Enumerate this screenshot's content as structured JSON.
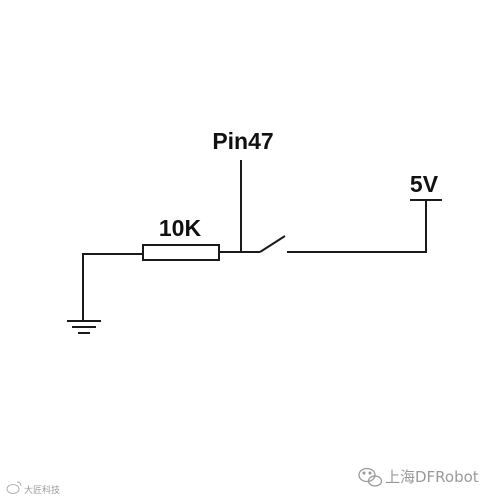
{
  "labels": {
    "pin": "Pin47",
    "resistor": "10K",
    "supply": "5V"
  },
  "watermarks": {
    "bottom_right": "上海DFRobot",
    "bottom_left": "大匠科技"
  },
  "colors": {
    "line": "#1a1a1a",
    "text": "#111111",
    "watermark": "#9a9a9a"
  },
  "icons": {
    "ground": "ground-symbol",
    "resistor": "resistor-symbol",
    "switch": "switch-symbol",
    "supply": "supply-bar-symbol",
    "wechat": "wechat-logo-icon"
  }
}
